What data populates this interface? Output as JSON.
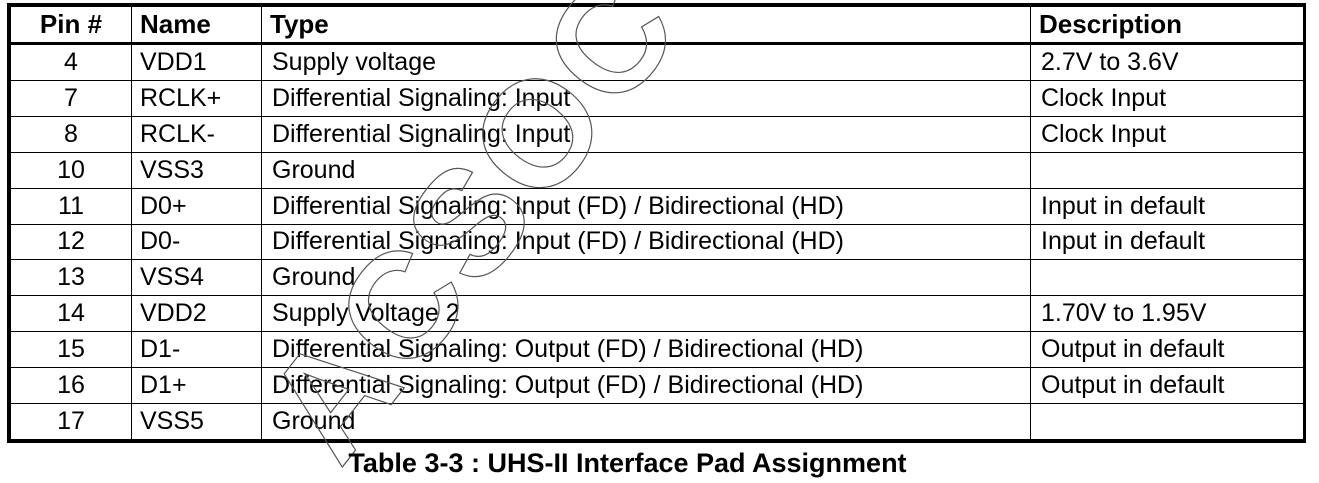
{
  "table": {
    "headers": {
      "pin": "Pin #",
      "name": "Name",
      "type": "Type",
      "description": "Description"
    },
    "rows": [
      {
        "pin": "4",
        "name": "VDD1",
        "type": "Supply voltage",
        "description": "2.7V to 3.6V"
      },
      {
        "pin": "7",
        "name": "RCLK+",
        "type": "Differential Signaling: Input",
        "description": "Clock Input"
      },
      {
        "pin": "8",
        "name": "RCLK-",
        "type": "Differential Signaling: Input",
        "description": "Clock Input"
      },
      {
        "pin": "10",
        "name": "VSS3",
        "type": "Ground",
        "description": ""
      },
      {
        "pin": "11",
        "name": "D0+",
        "type": "Differential Signaling: Input (FD) / Bidirectional (HD)",
        "description": "Input in default"
      },
      {
        "pin": "12",
        "name": "D0-",
        "type": "Differential Signaling: Input (FD) / Bidirectional (HD)",
        "description": "Input in default"
      },
      {
        "pin": "13",
        "name": "VSS4",
        "type": "Ground",
        "description": ""
      },
      {
        "pin": "14",
        "name": "VDD2",
        "type": "Supply Voltage 2",
        "description": "1.70V to 1.95V"
      },
      {
        "pin": "15",
        "name": "D1-",
        "type": "Differential Signaling: Output (FD) / Bidirectional (HD)",
        "description": "Output in default"
      },
      {
        "pin": "16",
        "name": "D1+",
        "type": "Differential Signaling: Output (FD) / Bidirectional (HD)",
        "description": "Output in default"
      },
      {
        "pin": "17",
        "name": "VSS5",
        "type": "Ground",
        "description": ""
      }
    ]
  },
  "caption": "Table 3-3 : UHS-II Interface Pad Assignment",
  "watermark": {
    "text": "ACSOC",
    "stroke_color": "#555555"
  }
}
